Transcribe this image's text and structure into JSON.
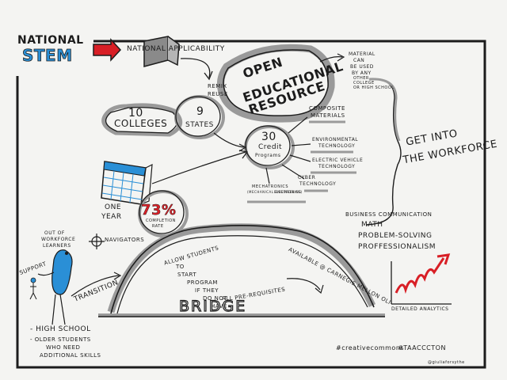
{
  "header": {
    "line1": "NATIONAL",
    "line2": "STEM",
    "applicability": "NATIONAL APPLICABILITY"
  },
  "remix": {
    "line1": "REMIX",
    "line2": "REUSE"
  },
  "stats": {
    "colleges_num": "10",
    "colleges_label": "COLLEGES",
    "states_num": "9",
    "states_label": "STATES",
    "year_label_1": "ONE",
    "year_label_2": "YEAR",
    "completion_pct": "73%",
    "completion_label_1": "COMPLETION",
    "completion_label_2": "RATE"
  },
  "oer": {
    "line1": "OPEN",
    "line2": "EDUCATIONAL",
    "line3": "RESOURCE"
  },
  "material_note": [
    "MATERIAL",
    "CAN",
    "BE USED",
    "BY ANY",
    "OTHER",
    "COLLEGE",
    "OR HIGH SCHOOL"
  ],
  "credit": {
    "num": "30",
    "line1": "Credit",
    "line2": "Programs"
  },
  "programs": {
    "composite_1": "COMPOSITE",
    "composite_2": "MATERIALS",
    "env_1": "ENVIRONMENTAL",
    "env_2": "TECHNOLOGY",
    "ev_1": "ELECTRIC VEHICLE",
    "ev_2": "TECHNOLOGY",
    "cyber_1": "CYBER",
    "cyber_2": "TECHNOLOGY",
    "mechatronics": "MECHATRONICS",
    "mech_eng": "(MECHANICAL ENGINEERING",
    "electronics": "ELECTRONICS)"
  },
  "workforce": {
    "line1": "GET INTO",
    "line2": "THE WORKFORCE"
  },
  "skills": [
    "BUSINESS COMMUNICATION",
    "MATH",
    "PROBLEM-SOLVING",
    "PROFFESSIONALISM"
  ],
  "support": {
    "support": "SUPPORT",
    "learners_1": "OUT OF",
    "learners_2": "WORKFORCE",
    "learners_3": "LEARNERS",
    "navigators": "NAVIGATORS",
    "transition": "TRANSITION"
  },
  "bridge": {
    "label": "BRIDGE",
    "allow": [
      "ALLOW STUDENTS",
      "TO",
      "START",
      "PROGRAM",
      "IF THEY",
      "DO NOT",
      "HAVE",
      "ALL",
      "PRE-REQUISITES"
    ],
    "available": "AVAILABLE @ CARNEGIE MELLON OLI",
    "analytics": "DETAILED ANALYTICS"
  },
  "audience": [
    "- HIGH SCHOOL",
    "- OLDER STUDENTS",
    "WHO NEED",
    "ADDITIONAL SKILLS"
  ],
  "footer": {
    "tag1": "#creativecommons",
    "tag2": "#TAACCCTON",
    "credit": "@giuliaforsythe"
  },
  "colors": {
    "ink": "#1c1c1c",
    "red": "#d81f26",
    "blue": "#2a8fd6",
    "grey": "#9a9a9a",
    "paper": "#f4f4f2"
  }
}
